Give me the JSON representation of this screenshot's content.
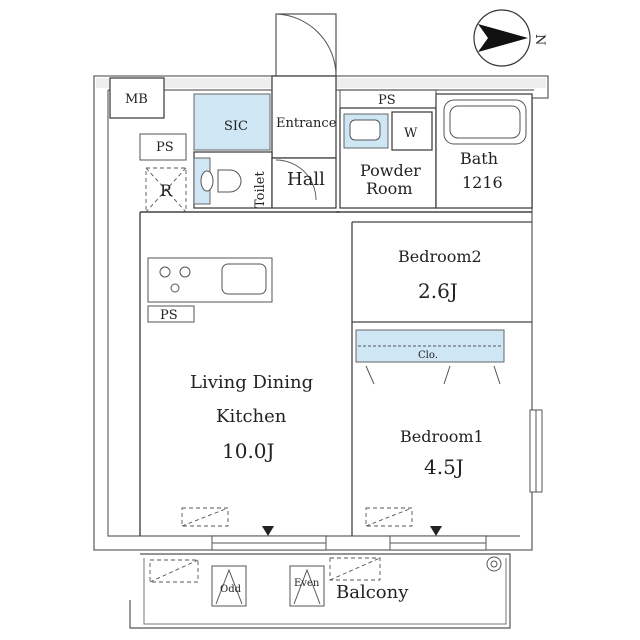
{
  "compass": {
    "label": "N",
    "icon": "north-arrow-icon"
  },
  "rooms": {
    "mb": "MB",
    "ps_top": "PS",
    "ps_left": "PS",
    "ps_kitchen": "PS",
    "sic": "SIC",
    "entrance": "Entrance",
    "toilet": "Toilet",
    "hall": "Hall",
    "w": "W",
    "powder_line1": "Powder",
    "powder_line2": "Room",
    "bath_line1": "Bath",
    "bath_line2": "1216",
    "r": "R",
    "bedroom2_name": "Bedroom2",
    "bedroom2_size": "2.6J",
    "closet": "Clo.",
    "ldk_line1": "Living Dining",
    "ldk_line2": "Kitchen",
    "ldk_size": "10.0J",
    "bedroom1_name": "Bedroom1",
    "bedroom1_size": "4.5J",
    "balcony": "Balcony",
    "odd": "Odd",
    "even": "Even"
  },
  "colors": {
    "wall": "#444444",
    "storage_fill": "#cfe6f5",
    "background": "#ffffff"
  }
}
